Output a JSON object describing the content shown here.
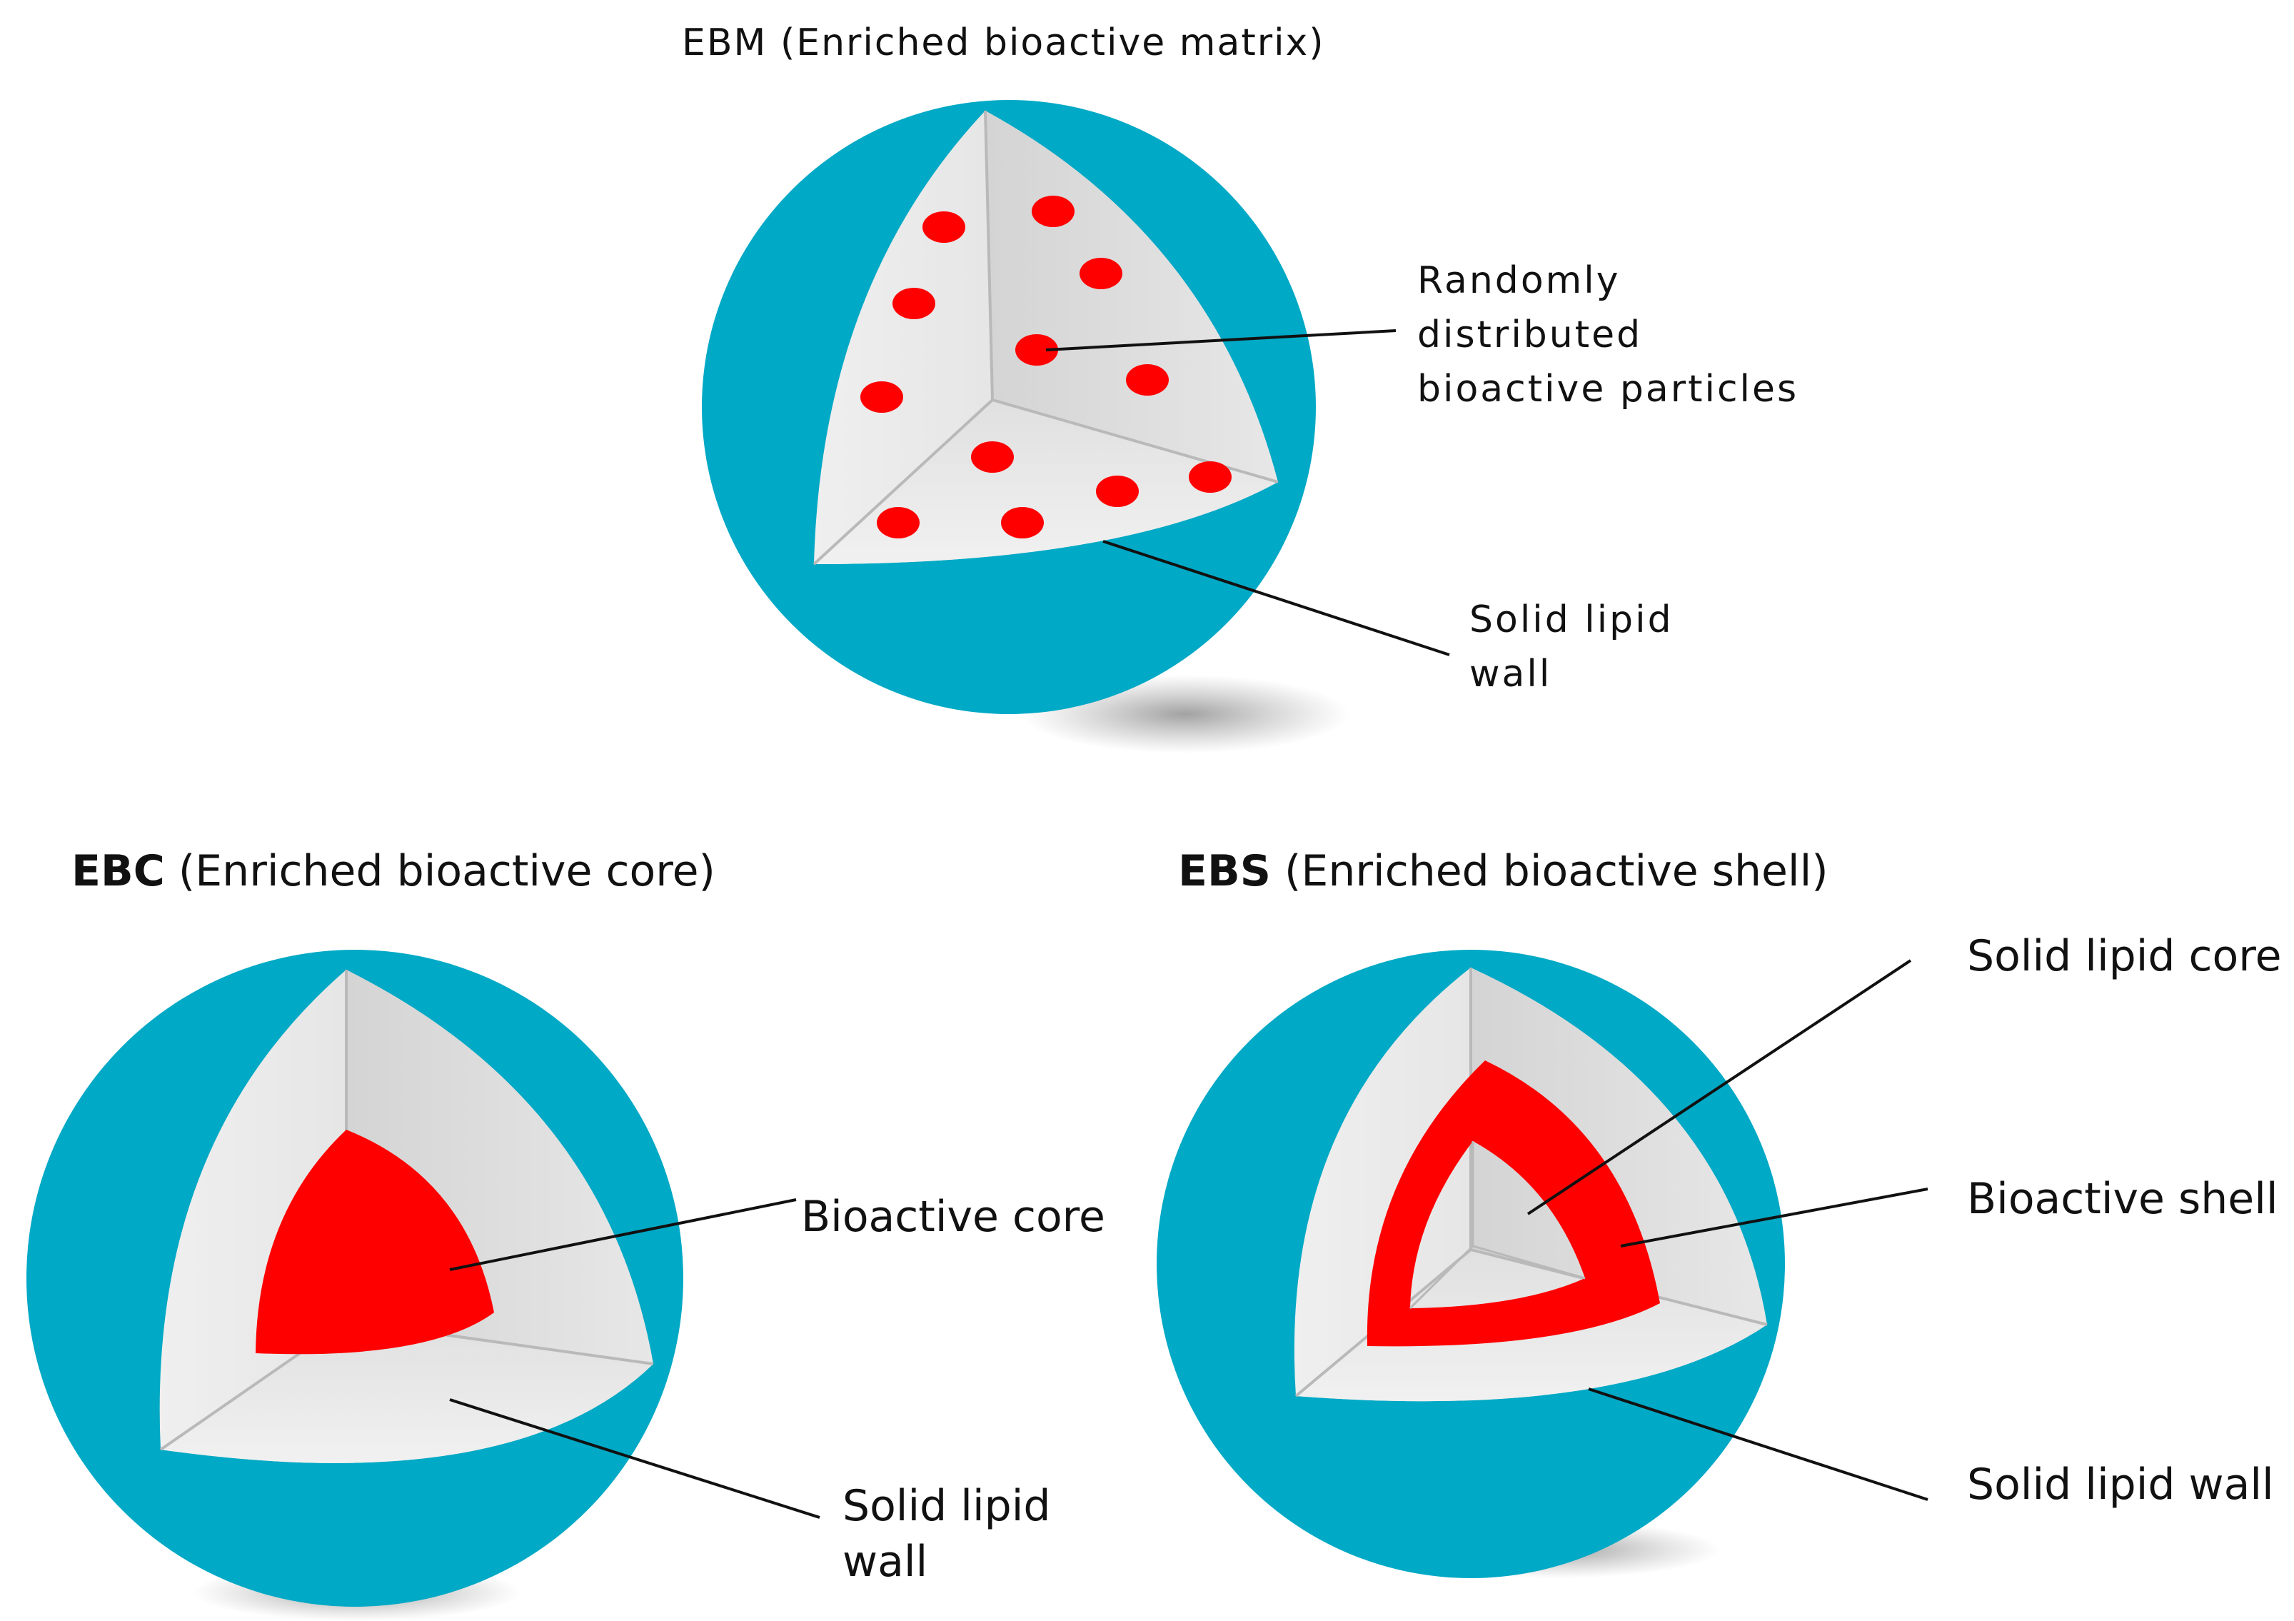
{
  "colors": {
    "shell": "#00a9c5",
    "interior": "#dedede",
    "bioactive": "#ff0000",
    "leader": "#111111"
  },
  "ebm": {
    "abbr": "EBM",
    "title_rest": "(Enriched bioactive matrix)",
    "label_particles": [
      "Randomly",
      "distributed",
      "bioactive particles"
    ],
    "label_wall": [
      "Solid lipid",
      "wall"
    ]
  },
  "ebc": {
    "abbr": "EBC",
    "title_rest": "(Enriched bioactive core)",
    "label_core": "Bioactive core",
    "label_wall": [
      "Solid lipid",
      "wall"
    ]
  },
  "ebs": {
    "abbr": "EBS",
    "title_rest": "(Enriched bioactive shell)",
    "label_core": "Solid lipid core",
    "label_shell": "Bioactive shell",
    "label_wall": "Solid lipid wall"
  }
}
